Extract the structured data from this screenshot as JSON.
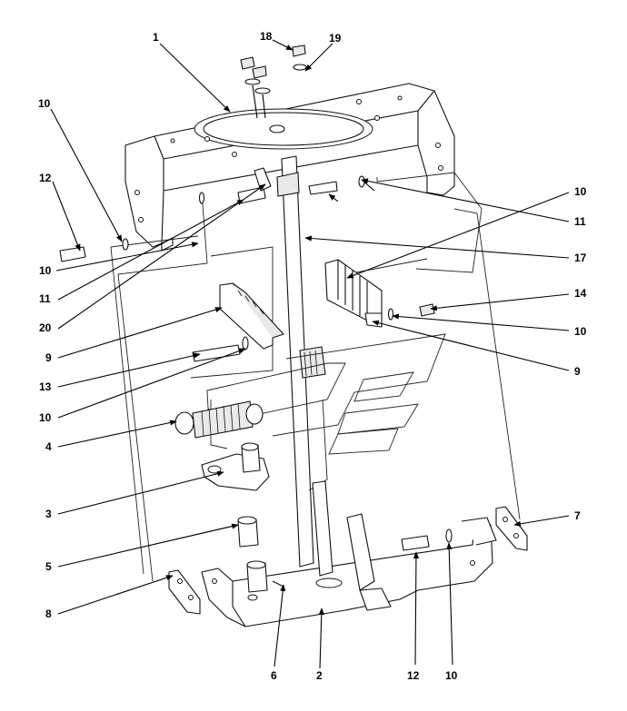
{
  "callouts": [
    {
      "id": "c1",
      "text": "1"
    },
    {
      "id": "c18",
      "text": "18"
    },
    {
      "id": "c19",
      "text": "19"
    },
    {
      "id": "c10a",
      "text": "10"
    },
    {
      "id": "c12a",
      "text": "12"
    },
    {
      "id": "c10b",
      "text": "10"
    },
    {
      "id": "c11a",
      "text": "11"
    },
    {
      "id": "c20",
      "text": "20"
    },
    {
      "id": "c9a",
      "text": "9"
    },
    {
      "id": "c13",
      "text": "13"
    },
    {
      "id": "c10c",
      "text": "10"
    },
    {
      "id": "c4",
      "text": "4"
    },
    {
      "id": "c3",
      "text": "3"
    },
    {
      "id": "c5",
      "text": "5"
    },
    {
      "id": "c8",
      "text": "8"
    },
    {
      "id": "c6",
      "text": "6"
    },
    {
      "id": "c2",
      "text": "2"
    },
    {
      "id": "c12b",
      "text": "12"
    },
    {
      "id": "c10d",
      "text": "10"
    },
    {
      "id": "c7",
      "text": "7"
    },
    {
      "id": "c10e",
      "text": "10"
    },
    {
      "id": "c11b",
      "text": "11"
    },
    {
      "id": "c17",
      "text": "17"
    },
    {
      "id": "c14",
      "text": "14"
    },
    {
      "id": "c10f",
      "text": "10"
    },
    {
      "id": "c9b",
      "text": "9"
    }
  ]
}
